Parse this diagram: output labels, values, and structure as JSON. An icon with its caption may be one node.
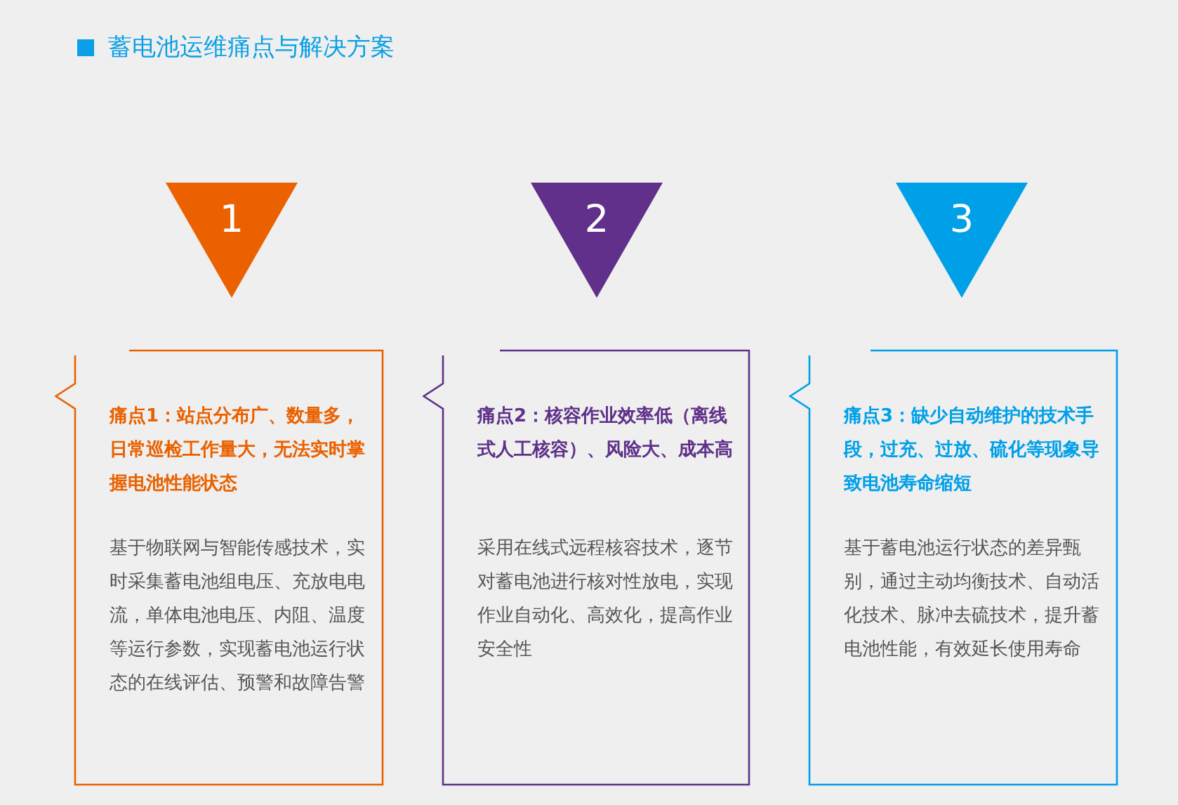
{
  "diagram": {
    "title": "蓄电池运维痛点与解决方案",
    "nodes": [
      {
        "text": [
          "1"
        ]
      },
      {
        "text": [
          "2"
        ]
      },
      {
        "text": [
          "3"
        ]
      },
      {
        "text": [
          "痛点1：站点分布广、数量多，日常巡检工作量大，无法实时掌握电池性能状态",
          "基于物联网与智能传感技术，实时采集蓄电池组电压、充放电电流，单体电池电压、内阻、温度等运行参数，实现蓄电池运行状态的在线评估、预警和故障告警"
        ]
      },
      {
        "text": [
          "痛点2：核容作业效率低（离线式人工核容）、风险大、成本高",
          "采用在线式远程核容技术，逐节对蓄电池进行核对性放电，实现作业自动化、高效化，提高作业安全性"
        ]
      },
      {
        "text": [
          "痛点3：缺少自动维护的技术手段，过充、过放、硫化等现象导致电池寿命缩短",
          "基于蓄电池运行状态的差异甄别，通过主动均衡技术、自动活化技术、脉冲去硫技术，提升蓄电池性能，有效延长使用寿命"
        ]
      }
    ]
  }
}
